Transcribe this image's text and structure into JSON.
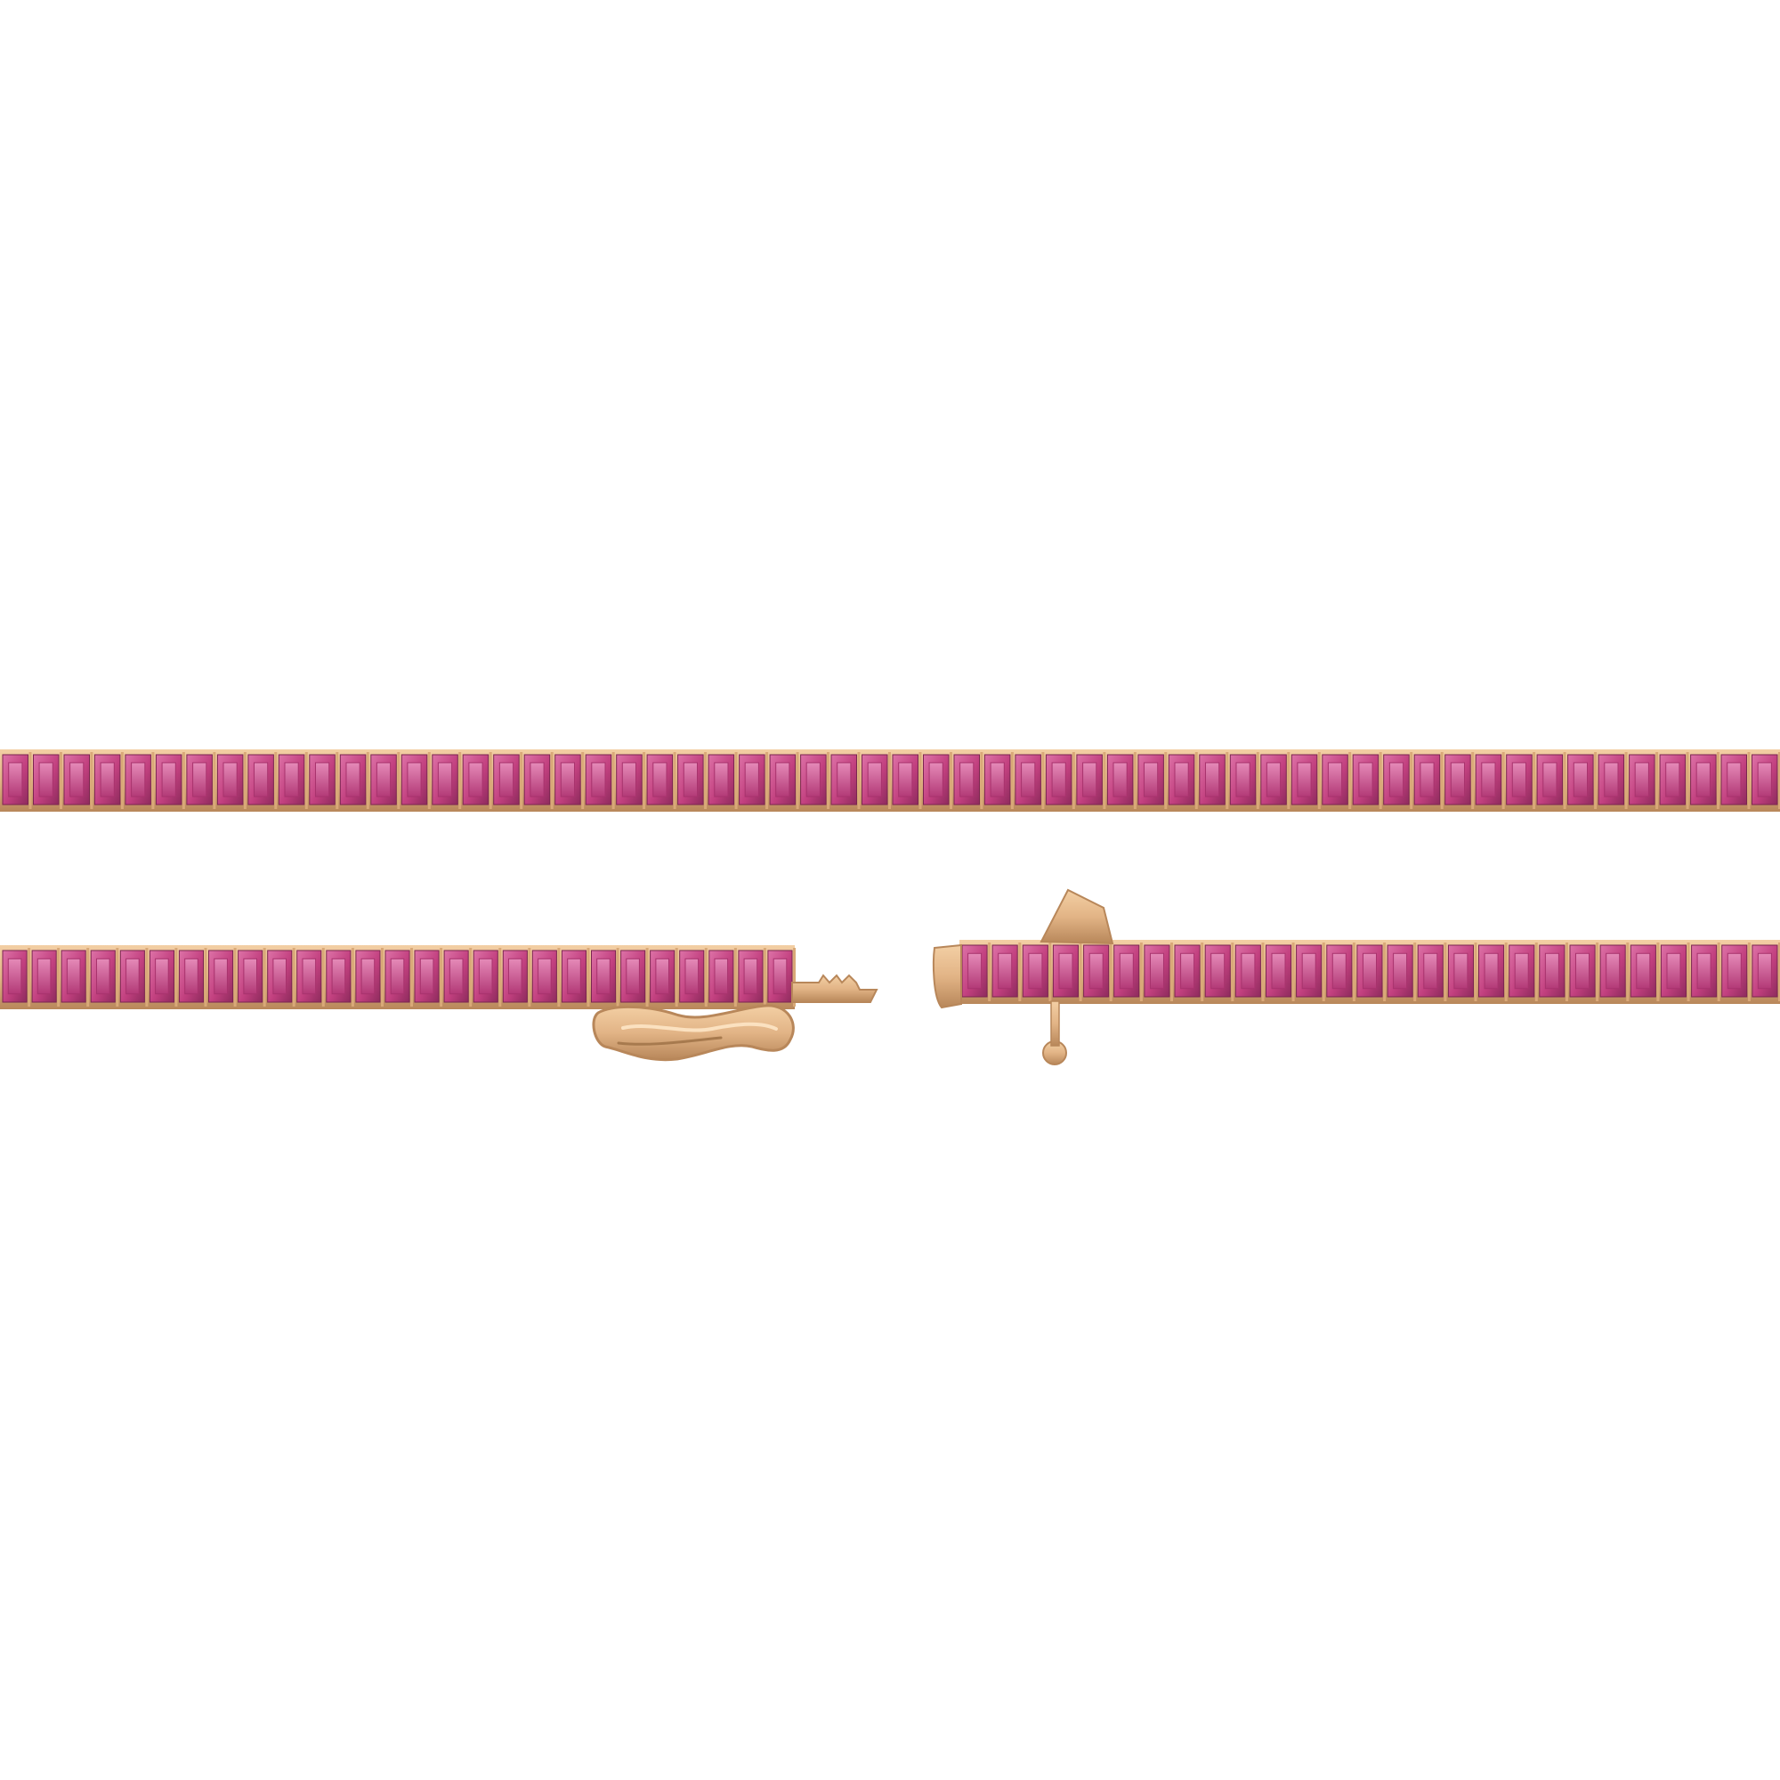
{
  "photo": {
    "subject": "tennis-necklace",
    "colors": {
      "background": "#ffffff",
      "gold": "#e2b486",
      "gold_light": "#f3cfa4",
      "gold_dark": "#b8875a",
      "stone": "#c2407f",
      "stone_light": "#dd72a7",
      "stone_dark": "#8e2b5d"
    },
    "segments": [
      {
        "id": "upper-strand",
        "stone_count": 58
      },
      {
        "id": "lower-left-strand",
        "stone_count": 27
      },
      {
        "id": "lower-right-strand",
        "stone_count": 27
      }
    ],
    "clasp": {
      "tongue": "box-clasp-tongue",
      "safety": "figure-eight-safety-latch",
      "box": "box-clasp-housing"
    }
  }
}
